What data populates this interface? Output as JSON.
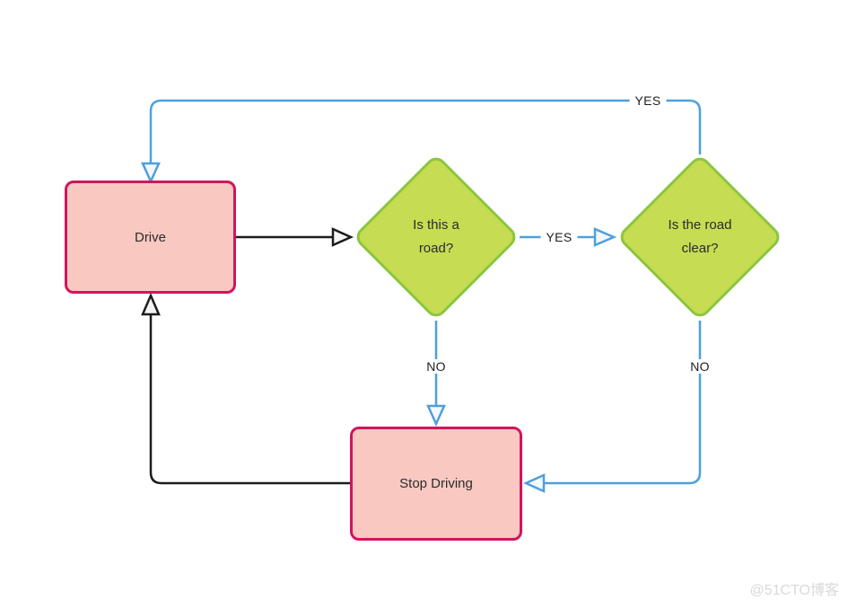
{
  "diagram": {
    "nodes": {
      "drive": {
        "label": "Drive"
      },
      "is_this_a_road": {
        "line1": "Is this a",
        "line2": "road?"
      },
      "is_the_road_clear": {
        "line1": "Is the road",
        "line2": "clear?"
      },
      "stop_driving": {
        "label": "Stop Driving"
      }
    },
    "edge_labels": {
      "yes_top_loop": "YES",
      "yes_between_decisions": "YES",
      "no_left": "NO",
      "no_right": "NO"
    },
    "colors": {
      "process_fill": "#f9c9c1",
      "process_border": "#d2145f",
      "decision_fill": "#c6dc52",
      "decision_border": "#8cc63f",
      "connector_blue": "#4e9fdc",
      "connector_black": "#1c1c1c",
      "text": "#2b2b2b",
      "watermark": "#d9d9d9"
    }
  },
  "watermark": "@51CTO博客"
}
